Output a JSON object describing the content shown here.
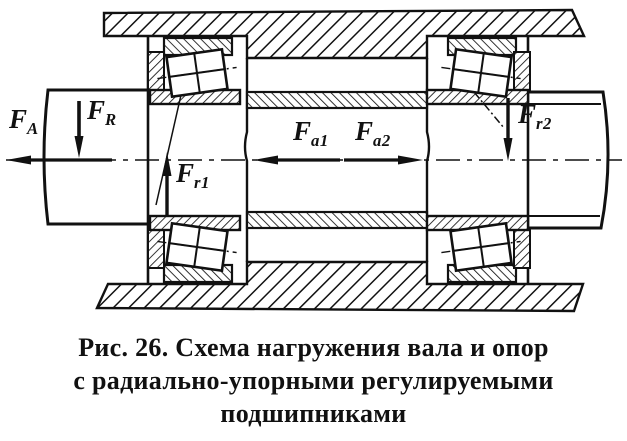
{
  "figure": {
    "caption": {
      "line1": "Рис. 26. Схема нагружения вала и опор",
      "line2": "с радиально-упорными регулируемыми",
      "line3": "подшипниками"
    },
    "force_labels": {
      "FA": {
        "base": "F",
        "sub": "A"
      },
      "FR": {
        "base": "F",
        "sub": "R"
      },
      "Fr1": {
        "base": "F",
        "sub": "r1"
      },
      "Fa1": {
        "base": "F",
        "sub": "a1"
      },
      "Fa2": {
        "base": "F",
        "sub": "a2"
      },
      "Fr2": {
        "base": "F",
        "sub": "r2"
      }
    },
    "colors": {
      "ink": "#111111",
      "paper": "#ffffff"
    }
  }
}
